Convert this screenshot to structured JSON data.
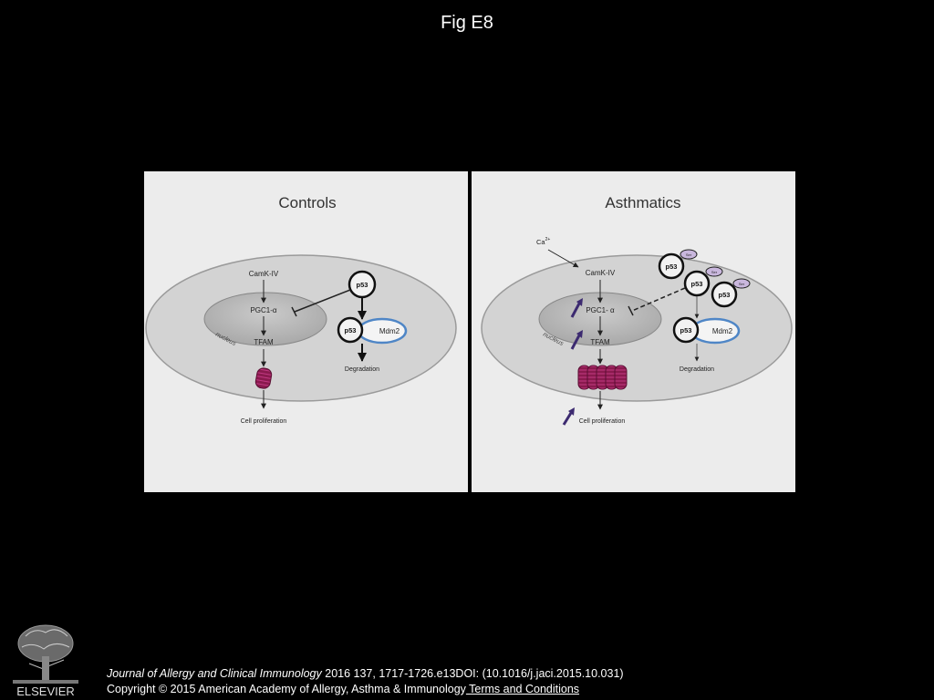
{
  "figure_title": "Fig E8",
  "panels": {
    "controls": {
      "title": "Controls",
      "camk": "CamK-IV",
      "pgc": "PGC1-α",
      "tfam": "TFAM",
      "nucleus": "nucleus",
      "p53_top": "p53",
      "p53_bound": "p53",
      "mdm2": "Mdm2",
      "degradation": "Degradation",
      "proliferation": "Cell proliferation"
    },
    "asthmatics": {
      "title": "Asthmatics",
      "calcium": "Ca",
      "calcium_sup": "2+",
      "camk": "CamK-IV",
      "pgc": "PGC1- α",
      "tfam": "TFAM",
      "nucleus": "nucleus",
      "p53_a": "p53",
      "p53_b": "p53",
      "p53_c": "p53",
      "p53_bound": "p53",
      "ser": "Ser",
      "mdm2": "Mdm2",
      "degradation": "Degradation",
      "proliferation": "Cell proliferation"
    }
  },
  "footer": {
    "logo_text": "ELSEVIER",
    "journal": "Journal of Allergy and Clinical Immunology",
    "citation": " 2016 137, 1717-1726.e13DOI: (10.1016/j.jaci.2015.10.031)",
    "copyright": "Copyright © 2015 American Academy of Allergy, Asthma & Immunology",
    "terms": " Terms and Conditions"
  },
  "colors": {
    "panel_bg": "#ececec",
    "cell_fill": "#d3d3d3",
    "nucleus_fill": "#bebebe",
    "mdm2_ring": "#4f86c6",
    "mitochondria": "#8a1a4e",
    "up_arrow": "#3c2a70"
  }
}
